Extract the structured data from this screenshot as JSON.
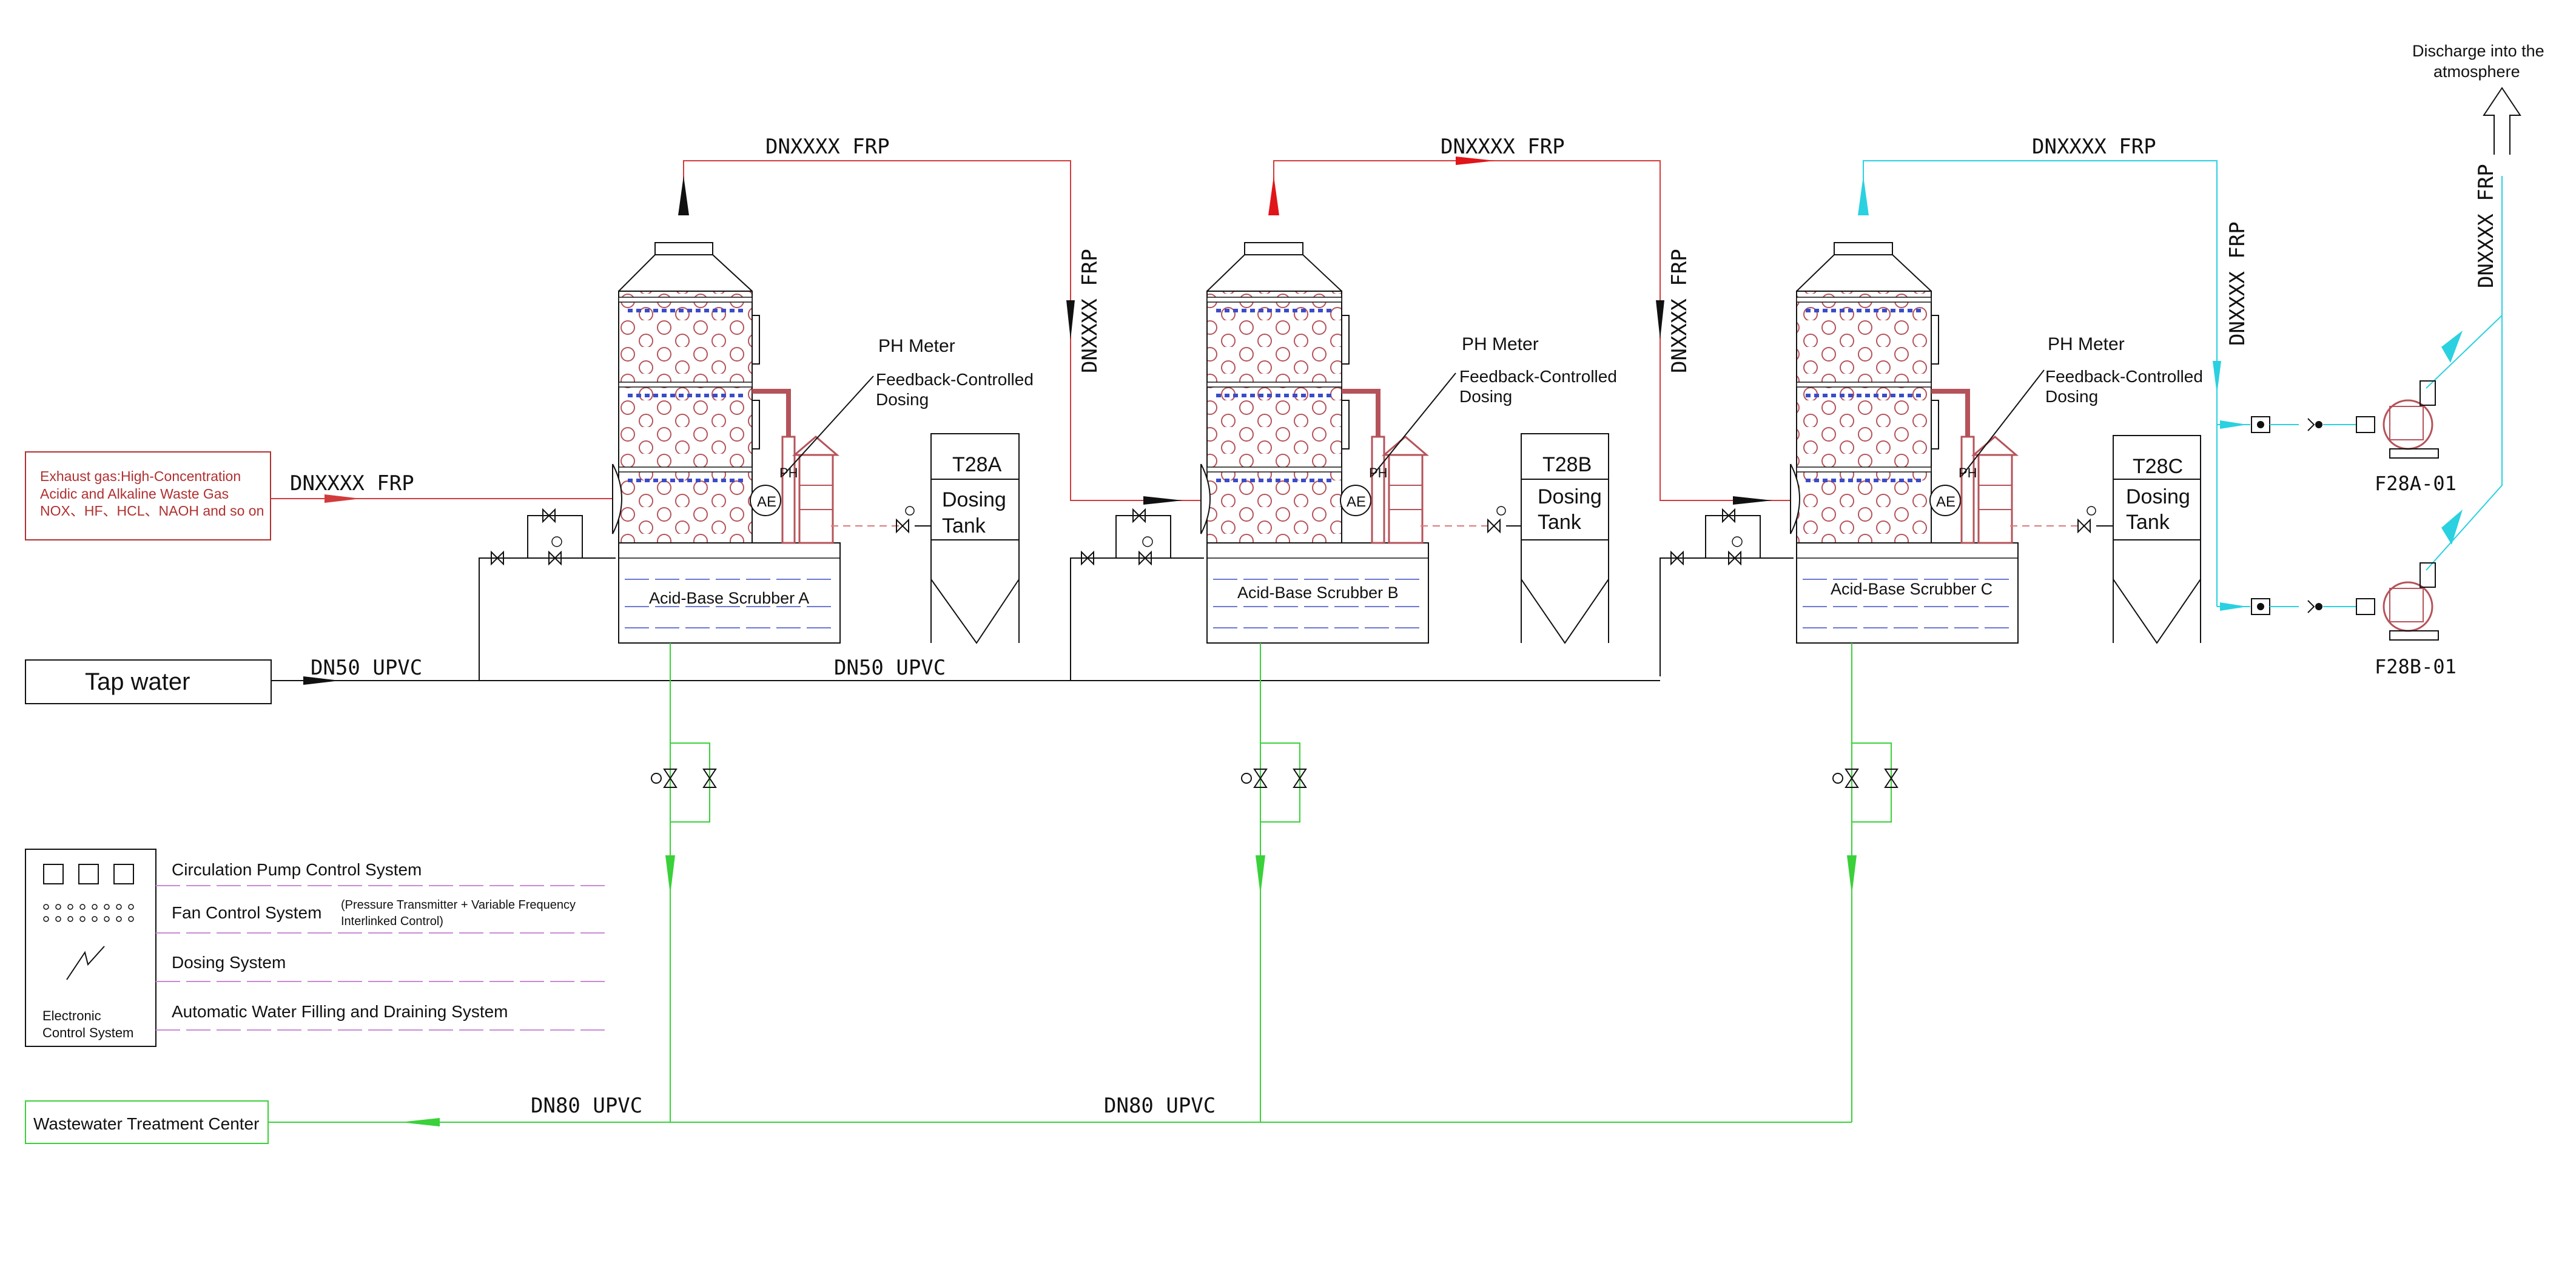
{
  "colors": {
    "pipe_black": "#1a1a1a",
    "pipe_red": "#d23b3b",
    "pipe_cyan": "#2ad1e0",
    "pipe_green": "#3ad13a",
    "tower_red": "#b5535a",
    "packing_blue": "#3b4cc8",
    "dashed_magenta": "#c98bd6"
  },
  "exhaust": {
    "line1": "Exhaust gas:High-Concentration",
    "line2": "Acidic and Alkaline Waste Gas",
    "line3": "NOX、HF、HCL、NAOH and so on"
  },
  "pipe_labels": {
    "inlet_frp": "DNXXXX FRP",
    "top_a": "DNXXXX FRP",
    "top_b": "DNXXXX FRP",
    "top_c": "DNXXXX FRP",
    "vert_ab": "DNXXXX FRP",
    "vert_bc": "DNXXXX FRP",
    "vert_fans": "DNXXXX FRP",
    "vert_stack": "DNXXXX FRP",
    "water_1": "DN50 UPVC",
    "water_2": "DN50 UPVC",
    "drain_1": "DN80 UPVC",
    "drain_2": "DN80 UPVC"
  },
  "scrubbers": [
    {
      "name": "Acid-Base Scrubber A",
      "ph_meter": "PH Meter",
      "dosing_1": "Feedback-Controlled",
      "dosing_2": "Dosing",
      "ae": "AE",
      "ph": "PH"
    },
    {
      "name": "Acid-Base Scrubber B",
      "ph_meter": "PH Meter",
      "dosing_1": "Feedback-Controlled",
      "dosing_2": "Dosing",
      "ae": "AE",
      "ph": "PH"
    },
    {
      "name": "Acid-Base Scrubber C",
      "ph_meter": "PH Meter",
      "dosing_1": "Feedback-Controlled",
      "dosing_2": "Dosing",
      "ae": "AE",
      "ph": "PH"
    }
  ],
  "tanks": [
    {
      "tag": "T28A",
      "line1": "Dosing",
      "line2": "Tank"
    },
    {
      "tag": "T28B",
      "line1": "Dosing",
      "line2": "Tank"
    },
    {
      "tag": "T28C",
      "line1": "Dosing",
      "line2": "Tank"
    }
  ],
  "fans": [
    "F28A-01",
    "F28B-01"
  ],
  "discharge": {
    "line1": "Discharge into the",
    "line2": "atmosphere"
  },
  "tap_water": "Tap water",
  "wastewater": "Wastewater Treatment Center",
  "control": {
    "box_line1": "Electronic",
    "box_line2": "Control System",
    "items": [
      "Circulation Pump Control System",
      "Fan Control System",
      "Dosing System",
      "Automatic Water Filling and Draining System"
    ],
    "fan_note_1": "(Pressure Transmitter + Variable Frequency",
    "fan_note_2": "Interlinked Control)"
  }
}
